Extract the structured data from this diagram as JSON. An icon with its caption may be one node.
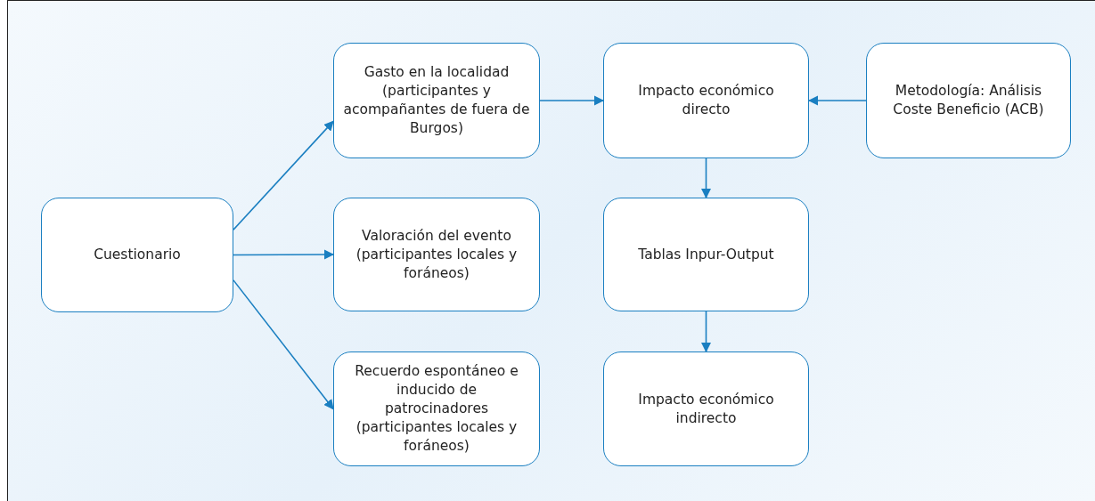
{
  "diagram": {
    "nodes": [
      {
        "text": [
          "Cuestionario"
        ]
      },
      {
        "text": [
          "Gasto en la localidad (participantes y acompañantes de fuera de Burgos)"
        ]
      },
      {
        "text": [
          "Valoración del evento (participantes locales y foráneos)"
        ]
      },
      {
        "text": [
          "Recuerdo espontáneo e inducido de patrocinadores (participantes locales y foráneos)"
        ]
      },
      {
        "text": [
          "Impacto económico directo"
        ]
      },
      {
        "text": [
          "Metodología: Análisis Coste Beneficio (ACB)"
        ]
      },
      {
        "text": [
          "Tablas Inpur-Output"
        ]
      },
      {
        "text": [
          "Impacto económico indirecto"
        ]
      }
    ],
    "edges": [
      {
        "from": 0,
        "to": 1,
        "arrow": "to"
      },
      {
        "from": 0,
        "to": 2,
        "arrow": "to"
      },
      {
        "from": 0,
        "to": 3,
        "arrow": "to"
      },
      {
        "from": 1,
        "to": 4,
        "arrow": "to"
      },
      {
        "from": 5,
        "to": 4,
        "arrow": "to"
      },
      {
        "from": 4,
        "to": 6,
        "arrow": "to"
      },
      {
        "from": 6,
        "to": 7,
        "arrow": "to"
      }
    ]
  }
}
